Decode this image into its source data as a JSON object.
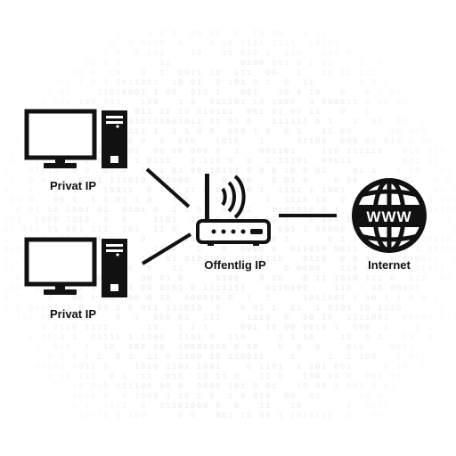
{
  "diagram": {
    "nodes": {
      "computer_top": {
        "label": "Privat IP",
        "icon": "desktop-computer-icon"
      },
      "computer_bottom": {
        "label": "Privat IP",
        "icon": "desktop-computer-icon"
      },
      "router": {
        "label": "Offentlig IP",
        "icon": "wifi-router-icon"
      },
      "internet": {
        "label": "Internet",
        "icon": "www-globe-icon",
        "globe_text": "WWW"
      }
    },
    "edges": [
      {
        "from": "computer_top",
        "to": "router"
      },
      {
        "from": "computer_bottom",
        "to": "router"
      },
      {
        "from": "router",
        "to": "internet"
      }
    ],
    "background": "binary-code-pattern",
    "colors": {
      "ink": "#111111",
      "background": "#ffffff",
      "pattern": "#e9eaec"
    }
  }
}
